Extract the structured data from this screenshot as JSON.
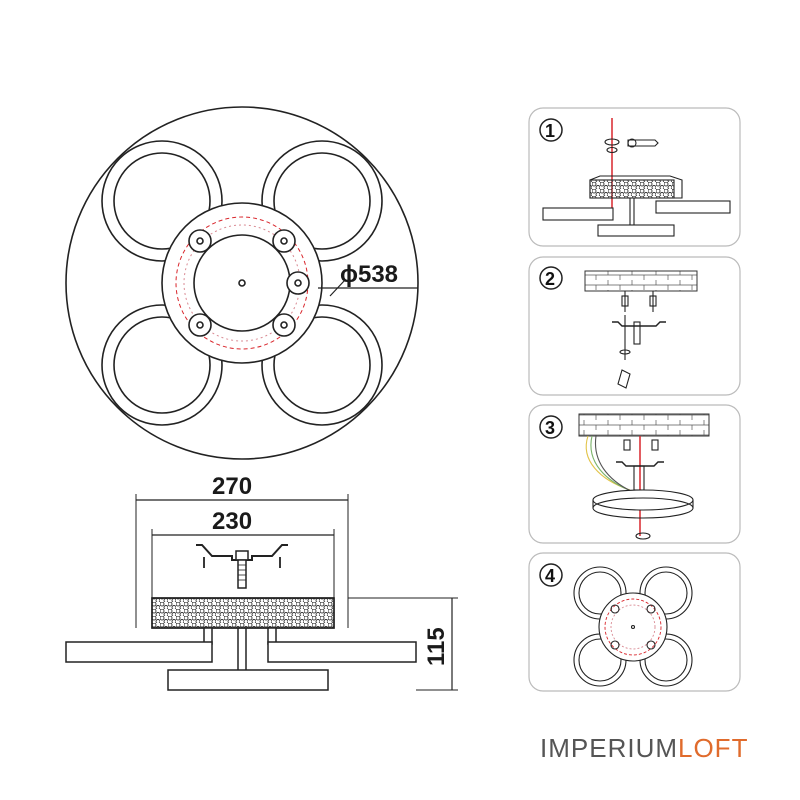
{
  "dimensions": {
    "diameter": "ϕ538",
    "width_outer": "270",
    "width_inner": "230",
    "height": "115"
  },
  "steps": [
    {
      "number": "1"
    },
    {
      "number": "2"
    },
    {
      "number": "3"
    },
    {
      "number": "4"
    }
  ],
  "brand": {
    "part1": "IMPERIUM",
    "part2": "LOFT",
    "accent_color": "#e06b2c"
  },
  "colors": {
    "line": "#222222",
    "wire_red": "#d9262c",
    "wire_pink": "#d98a93",
    "panel_border": "#bbbbbb"
  }
}
